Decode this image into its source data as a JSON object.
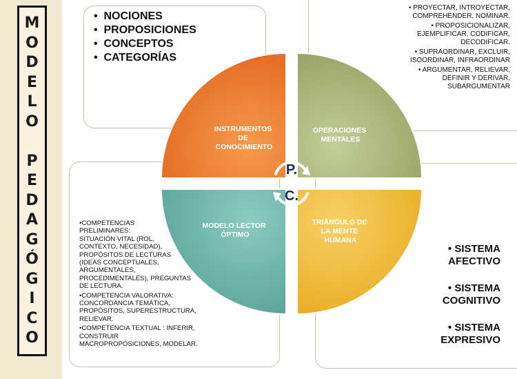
{
  "title_letters": [
    "M",
    "O",
    "D",
    "E",
    "L",
    "O",
    " ",
    "P",
    "E",
    "D",
    "A",
    "G",
    "Ó",
    "G",
    "I",
    "C",
    "O"
  ],
  "wheel": {
    "segments": [
      {
        "id": "instrumentos",
        "lines": [
          "INSTRUMENTOS",
          "DE",
          "CONOCIMIENTO"
        ],
        "color": "#ef7a2c"
      },
      {
        "id": "operaciones",
        "lines": [
          "OPERACIONES",
          "MENTALES"
        ],
        "color": "#a9b57a"
      },
      {
        "id": "lector",
        "lines": [
          "MODELO LECTOR",
          "ÓPTIMO"
        ],
        "color": "#6fb7ad"
      },
      {
        "id": "triangulo",
        "lines": [
          "TRIÁNGULO DE",
          "LA MENTE",
          "HUMANA"
        ],
        "color": "#f1bd35"
      }
    ],
    "center_top": "P.",
    "center_bottom": "C."
  },
  "nociones": [
    "NOCIONES",
    "PROPOSICIONES",
    "CONCEPTOS",
    "CATEGORÍAS"
  ],
  "operaciones": [
    "• PROYECTAR, INTROYECTAR,\nCOMPREHENDER, NOMINAR.",
    "• PROPOSICIONALIZAR,\nEJEMPLIFICAR, CODIFICAR,\nDECODIFICAR.",
    "• SUPRAORDINAR, EXCLUIR,\nISOORDINAR, INFRAORDINAR",
    "• ARGUMENTAR, RELIEVAR,\nDEFINIR Y DERIVAR,\nSUBARGUMENTAR"
  ],
  "competencias": [
    "•COMPETENCIAS\nPRELIMINARES:\nSITUACIÓN VITAL  (ROL,\nCONTEXTO, NECESIDAD),\nPROPÓSITOS DE LECTURAS\n(IDEAS CONCEPTUALES,\nARGUMENTALES,\nPROCEDIMENTALES), PREGUNTAS\nDE LECTURA.",
    "•COMPETENCIA VALORATIVA:\nCONCORDANCIA  TEMÁTICA,\nPROPÓSITOS, SUPERESTRUCTURA,\nRELIEVAR.",
    "•COMPETENCIA TEXTUAL : INFERIR,\nCONSTRUIR\nMACROPROPOSICIONES,  MODELAR."
  ],
  "sistemas": [
    "•   SISTEMA\nAFECTIVO",
    "•  SISTEMA\nCOGNITIVO",
    "•  SISTEMA\nEXPRESIVO"
  ]
}
